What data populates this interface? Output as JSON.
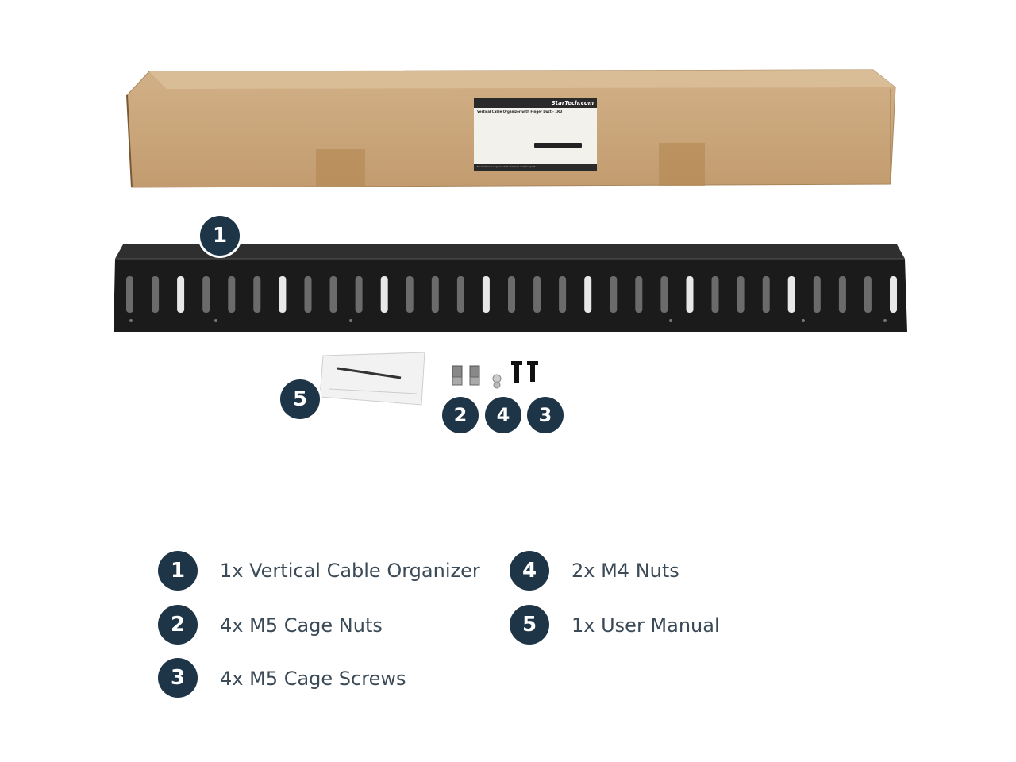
{
  "box_label": {
    "brand": "StarTech.com",
    "title": "Vertical Cable Organizer with Finger Duct - 1RU",
    "footer": "For technical support visit: startech.com/support"
  },
  "callouts": [
    "1",
    "5",
    "2",
    "4",
    "3"
  ],
  "legend": [
    {
      "num": "1",
      "text": "1x Vertical Cable Organizer"
    },
    {
      "num": "2",
      "text": "4x M5 Cage Nuts"
    },
    {
      "num": "3",
      "text": "4x M5 Cage Screws"
    },
    {
      "num": "4",
      "text": "2x M4 Nuts"
    },
    {
      "num": "5",
      "text": "1x User Manual"
    }
  ],
  "colors": {
    "badge": "#1e3447",
    "cardboard": "#c9a57b",
    "metal": "#1b1b1b"
  }
}
